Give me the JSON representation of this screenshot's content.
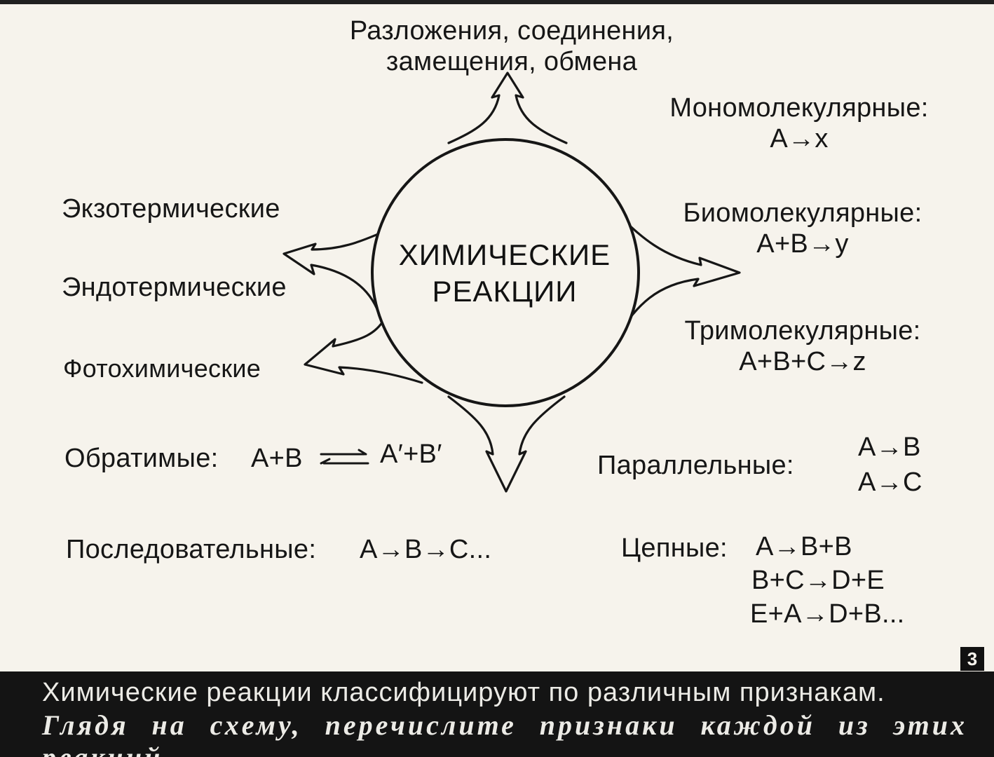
{
  "diagram": {
    "center_line1": "ХИМИЧЕСКИЕ",
    "center_line2": "РЕАКЦИИ",
    "top_line1": "Разложения, соединения,",
    "top_line2": "замещения, обмена",
    "left": {
      "exo": "Экзотермические",
      "endo": "Эндотермические",
      "photo": "Фотохимические"
    },
    "right": {
      "mono_label": "Мономолекулярные:",
      "mono_eq": "А→х",
      "bi_label": "Биомолекулярные:",
      "bi_eq": "А+В→у",
      "tri_label": "Тримолекулярные:",
      "tri_eq": "А+В+С→z"
    },
    "reversible": {
      "label": "Обратимые:",
      "left": "А+В",
      "arrow": "⇄",
      "right": "А′+В′"
    },
    "sequential": {
      "label": "Последовательные:",
      "eq": "А→В→С..."
    },
    "parallel": {
      "label": "Параллельные:",
      "eq1": "А→В",
      "eq2": "А→С"
    },
    "chain": {
      "label": "Цепные:",
      "eq1": "А→В+В",
      "eq2": "В+С→D+Е",
      "eq3": "Е+А→D+В..."
    }
  },
  "slide_number": "3",
  "caption": {
    "line1": "Химические реакции классифицируют по различным признакам.",
    "line2": "Глядя на схему, перечислите признаки каждой из этих реакций."
  }
}
